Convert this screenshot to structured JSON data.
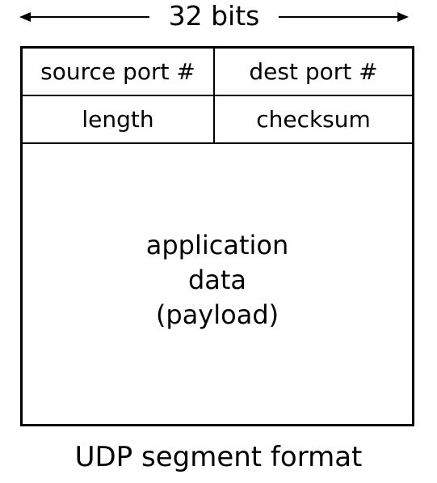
{
  "width_indicator": {
    "label": "32 bits"
  },
  "header": {
    "row1": {
      "left": "source port #",
      "right": "dest port #"
    },
    "row2": {
      "left": "length",
      "right": "checksum"
    }
  },
  "payload": {
    "lines": [
      "application",
      "data",
      "(payload)"
    ]
  },
  "caption": "UDP segment format"
}
